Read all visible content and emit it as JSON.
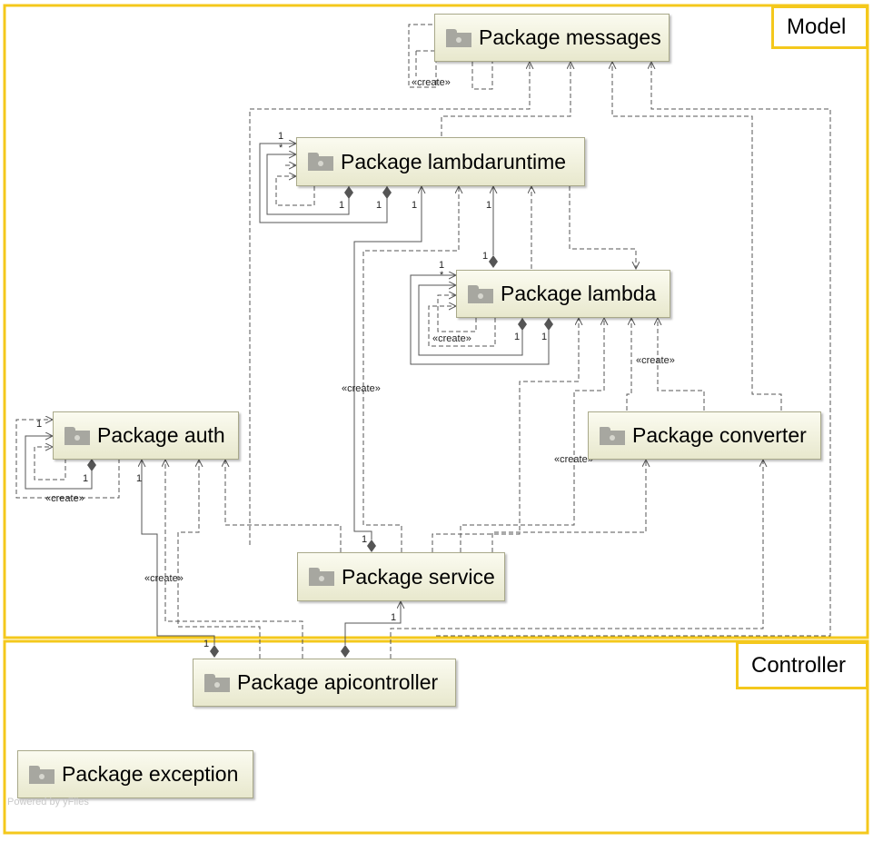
{
  "layers": {
    "model_label": "Model",
    "controller_label": "Controller"
  },
  "packages": {
    "messages": "Package messages",
    "lambdaruntime": "Package lambdaruntime",
    "lambda": "Package lambda",
    "auth": "Package auth",
    "converter": "Package converter",
    "service": "Package service",
    "apicontroller": "Package apicontroller",
    "exception": "Package exception"
  },
  "edge_labels": {
    "create": "«create»",
    "one": "1",
    "many": "*"
  },
  "watermark": "Powered by yFiles",
  "colors": {
    "layer_border": "#f4c81c",
    "node_fill_top": "#fbfbf0",
    "node_fill_bottom": "#e8e8cd",
    "edge": "#555555"
  },
  "icon": "package-folder-icon"
}
